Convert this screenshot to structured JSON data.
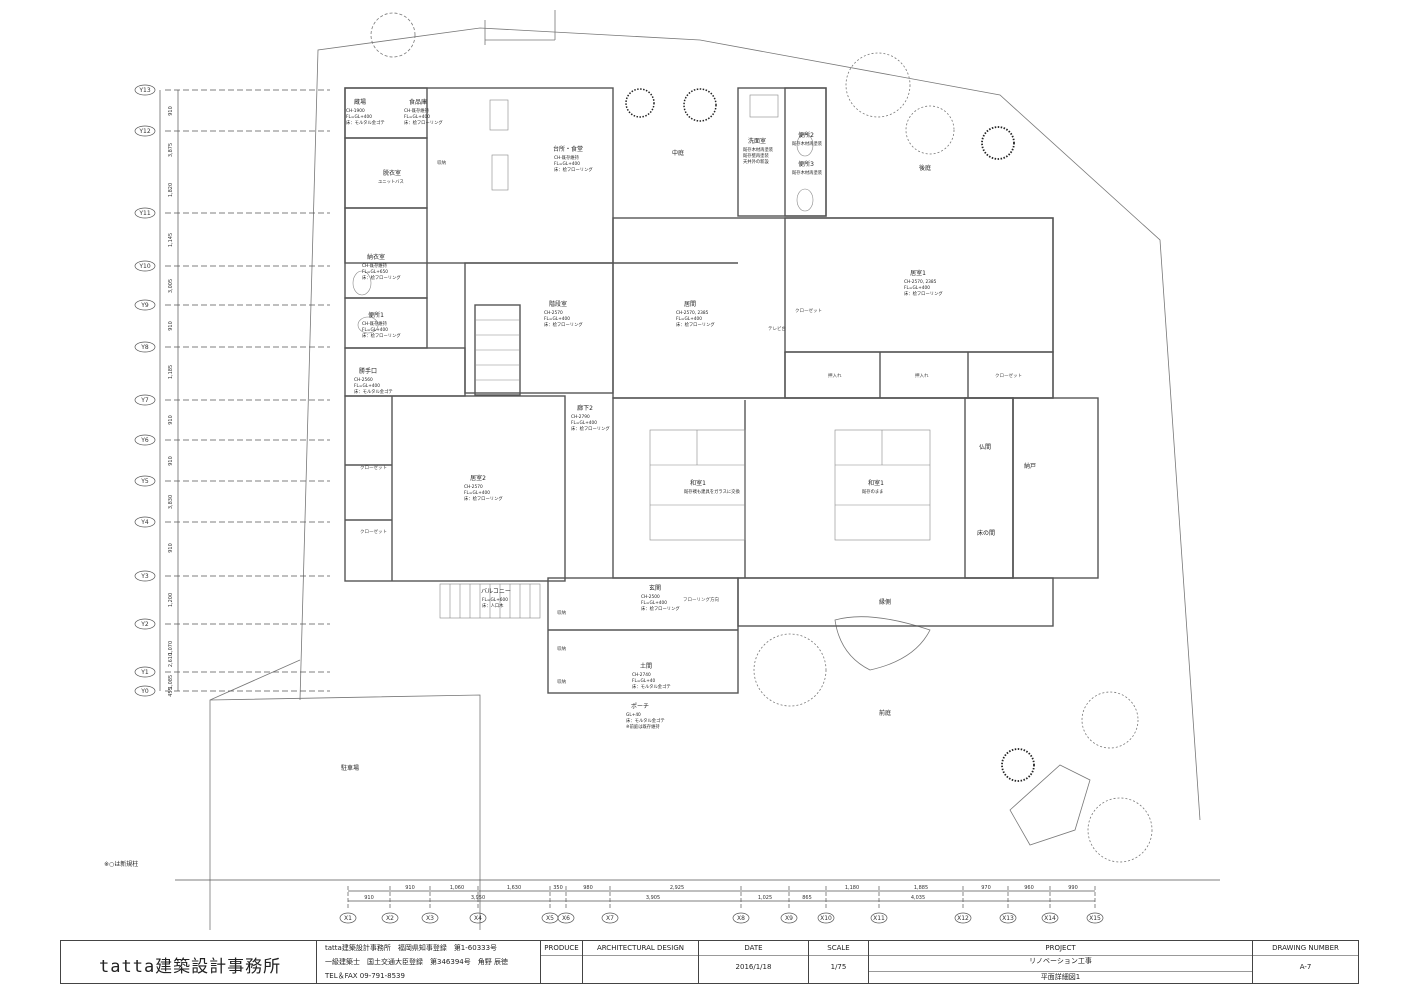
{
  "rooms": [
    {
      "id": "storeroom",
      "name": "蔵場",
      "lines": [
        "CH-1900",
        "FL=GL+400",
        "床：モルタル金ゴテ"
      ]
    },
    {
      "id": "pantry",
      "name": "食品庫",
      "lines": [
        "CH-既存維持",
        "FL=GL+400",
        "床：桧フローリング"
      ]
    },
    {
      "id": "dressing",
      "name": "脱衣室",
      "lines": [
        "ユニットバス"
      ]
    },
    {
      "id": "washroom",
      "name": "洗面室",
      "lines": [
        "既存木材再塗装",
        "既存壁再塗装",
        "天井外の新設"
      ]
    },
    {
      "id": "wc2",
      "name": "便所2",
      "lines": [
        "既存木材再塗装"
      ]
    },
    {
      "id": "wc3",
      "name": "便所3",
      "lines": [
        "既存木材再塗装"
      ]
    },
    {
      "id": "kitchen",
      "name": "台所・食堂",
      "lines": [
        "CH-既存維持",
        "FL=GL+400",
        "床：桧フローリング"
      ]
    },
    {
      "id": "courtyard",
      "name": "中庭",
      "lines": []
    },
    {
      "id": "backyard",
      "name": "後庭",
      "lines": []
    },
    {
      "id": "closet-room",
      "name": "納衣室",
      "lines": [
        "CH-既存維持",
        "FL=GL+650",
        "床：桧フローリング"
      ]
    },
    {
      "id": "stairs",
      "name": "階段室",
      "lines": [
        "CH-2570",
        "FL=GL+400",
        "床：桧フローリング"
      ]
    },
    {
      "id": "living",
      "name": "居間",
      "lines": [
        "CH-2570, 2385",
        "FL=GL+400",
        "床：桧フローリング"
      ]
    },
    {
      "id": "bedroom1",
      "name": "居室1",
      "lines": [
        "CH-2570, 2385",
        "FL=GL+400",
        "床：桧フローリング"
      ]
    },
    {
      "id": "wc1",
      "name": "便所1",
      "lines": [
        "CH-既存維持",
        "FL=GL+400",
        "床：桧フローリング"
      ]
    },
    {
      "id": "backdoor",
      "name": "勝手口",
      "lines": [
        "CH-2560",
        "FL=GL+400",
        "床：モルタル金ゴテ"
      ]
    },
    {
      "id": "corridor2",
      "name": "廊下2",
      "lines": [
        "CH-2790",
        "FL=GL+400",
        "床：桧フローリング"
      ]
    },
    {
      "id": "bedroom2",
      "name": "居室2",
      "lines": [
        "CH-2570",
        "FL=GL+400",
        "床：桧フローリング"
      ]
    },
    {
      "id": "washitsu1a",
      "name": "和室1",
      "lines": [
        "既存襖も建具をガラスに交換"
      ]
    },
    {
      "id": "washitsu1b",
      "name": "和室1",
      "lines": [
        "既存のまま"
      ]
    },
    {
      "id": "butsuma",
      "name": "仏間",
      "lines": []
    },
    {
      "id": "nando",
      "name": "納戸",
      "lines": []
    },
    {
      "id": "tokonoma",
      "name": "床の間",
      "lines": []
    },
    {
      "id": "balcony",
      "name": "バルコニー",
      "lines": [
        "FL=GL+600",
        "床：人口木"
      ]
    },
    {
      "id": "genkan",
      "name": "玄関",
      "lines": [
        "CH-2500",
        "FL=GL+400",
        "床：桧フローリング"
      ]
    },
    {
      "id": "doma",
      "name": "土間",
      "lines": [
        "CH-2740",
        "FL=GL+40",
        "床：モルタル金ゴテ"
      ]
    },
    {
      "id": "porch",
      "name": "ポーチ",
      "lines": [
        "GL+40",
        "床：モルタル金ゴテ",
        "※前庭は既存維持"
      ]
    },
    {
      "id": "engawa",
      "name": "縁側",
      "lines": []
    },
    {
      "id": "frontyard",
      "name": "前庭",
      "lines": []
    },
    {
      "id": "parking",
      "name": "駐車場",
      "lines": []
    }
  ],
  "small_labels": {
    "closet": "クローゼット",
    "oshiire": "押入れ",
    "tv": "テレビ台",
    "unit_bath": "ユニットバス",
    "flooring_dir": "フローリング方向",
    "shuunou": "収納"
  },
  "grid": {
    "y": [
      "Y13",
      "Y12",
      "Y11",
      "Y10",
      "Y9",
      "Y8",
      "Y7",
      "Y6",
      "Y5",
      "Y4",
      "Y3",
      "Y2",
      "Y1",
      "Y0"
    ],
    "x": [
      "X1",
      "X2",
      "X3",
      "X4",
      "X5",
      "X6",
      "X7",
      "X8",
      "X9",
      "X10",
      "X11",
      "X12",
      "X13",
      "X14",
      "X15"
    ],
    "y_dims": [
      "910",
      "3,875",
      "1,820",
      "1,145",
      "3,005",
      "910",
      "1,185",
      "910",
      "910",
      "3,830",
      "910",
      "1,200",
      "1,070",
      "2,610",
      "1,085",
      "455"
    ],
    "x_dims_top": [
      "910",
      "1,060",
      "1,630",
      "350",
      "980",
      "2,925",
      "1,180",
      "1,885",
      "970",
      "960",
      "990"
    ],
    "x_dims_bottom": [
      "910",
      "3,950",
      "3,905",
      "1,025",
      "865",
      "4,035"
    ]
  },
  "note": "※○は新規柱",
  "title_block": {
    "firm": "tatta建築設計事務所",
    "reg1": "tatta建築設計事務所　福岡県知事登録　第1-60333号",
    "reg2": "一級建築士　国土交通大臣登録　第346394号　角野 辰徳",
    "reg3": "TEL＆FAX 09-791-8539",
    "produce_label": "PRODUCE",
    "arch_label": "ARCHITECTURAL DESIGN",
    "date_label": "DATE",
    "date": "2016/1/18",
    "scale_label": "SCALE",
    "scale": "1/75",
    "project_label": "PROJECT",
    "project": "リノベーション工事",
    "sheet": "平面詳細図1",
    "drawing_label": "DRAWING NUMBER",
    "drawing_no": "A-7"
  }
}
